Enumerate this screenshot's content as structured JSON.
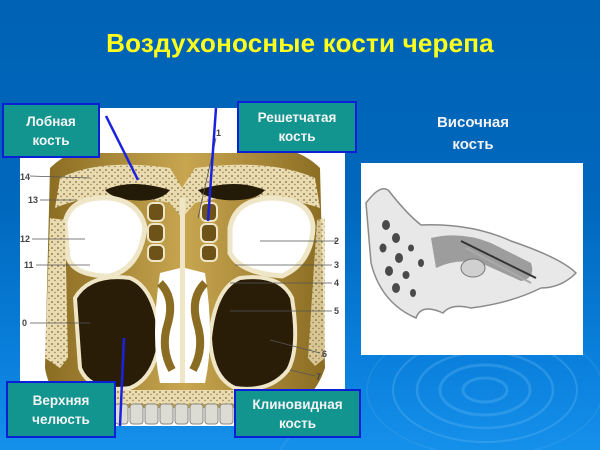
{
  "slide": {
    "title": "Воздухоносные кости черепа",
    "background_color": "#0066b8",
    "title_color": "#ffff1e"
  },
  "labels": {
    "frontal": {
      "line1": "Лобная",
      "line2": "кость"
    },
    "ethmoid": {
      "line1": "Решетчатая",
      "line2": "кость"
    },
    "maxilla": {
      "line1": "Верхняя",
      "line2": "челюсть"
    },
    "sphenoid": {
      "line1": "Клиновидная",
      "line2": "кость"
    },
    "temporal": {
      "line1": "Височная",
      "line2": "кость"
    }
  },
  "label_box_style": {
    "fill": "#12958f",
    "border": "#0a1fd6",
    "text": "#f4f4f4"
  },
  "skull_figure": {
    "left_numbers": [
      "14",
      "13",
      "12",
      "11",
      "0"
    ],
    "right_numbers": [
      "1",
      "2",
      "3",
      "4",
      "5",
      "6",
      "7"
    ]
  },
  "icons": {
    "skull": "skull-coronal-section-illustration",
    "temporal": "temporal-bone-section-illustration",
    "ripples": "water-ripple-decoration"
  }
}
